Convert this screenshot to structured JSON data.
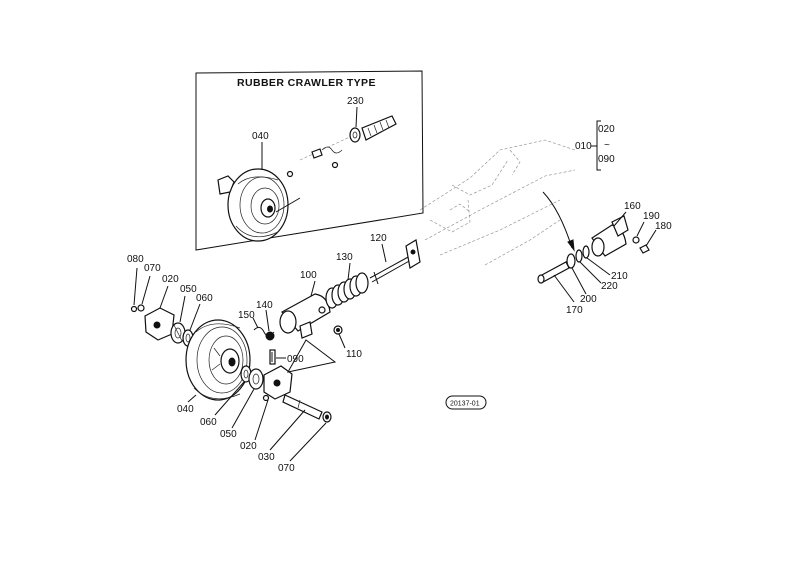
{
  "inset": {
    "title": "RUBBER CRAWLER TYPE"
  },
  "labels": {
    "p230": "230",
    "p040_inset": "040",
    "p010": "010",
    "p020_top": "020",
    "p090_top": "090",
    "range_symbol": "~",
    "p080": "080",
    "p070_left": "070",
    "p020_left": "020",
    "p050_left": "050",
    "p060_left": "060",
    "p150": "150",
    "p140": "140",
    "p100": "100",
    "p130": "130",
    "p120": "120",
    "p110": "110",
    "p090": "090",
    "p040": "040",
    "p060_bottom": "060",
    "p050_bottom": "050",
    "p020_bottom": "020",
    "p030": "030",
    "p070_bottom": "070",
    "p160": "160",
    "p190": "190",
    "p180": "180",
    "p210": "210",
    "p220": "220",
    "p200": "200",
    "p170": "170"
  },
  "reference_code": "20137-01"
}
